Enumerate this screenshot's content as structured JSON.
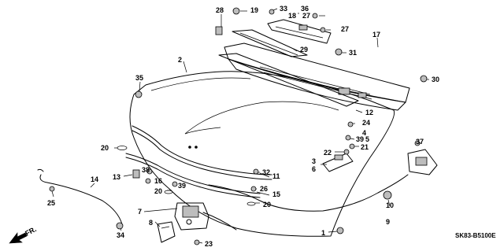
{
  "diagram_code": "SK83-B5100E",
  "direction_label": "FR.",
  "callouts": {
    "c1": "1",
    "c2": "2",
    "c3": "3",
    "c4": "4",
    "c5": "5",
    "c6": "6",
    "c7": "7",
    "c8": "8",
    "c9": "9",
    "c10": "10",
    "c11": "11",
    "c12": "12",
    "c13": "13",
    "c14": "14",
    "c15": "15",
    "c16": "16",
    "c17": "17",
    "c18": "18",
    "c19": "19",
    "c20a": "20",
    "c20b": "20",
    "c20c": "20",
    "c21": "21",
    "c22": "22",
    "c23": "23",
    "c24": "24",
    "c25": "25",
    "c26": "26",
    "c27a": "27",
    "c27b": "27",
    "c28": "28",
    "c29": "29",
    "c30": "30",
    "c31": "31",
    "c32": "32",
    "c33": "33",
    "c34": "34",
    "c35": "35",
    "c36": "36",
    "c37": "37",
    "c38": "38",
    "c39a": "39",
    "c39b": "39"
  }
}
